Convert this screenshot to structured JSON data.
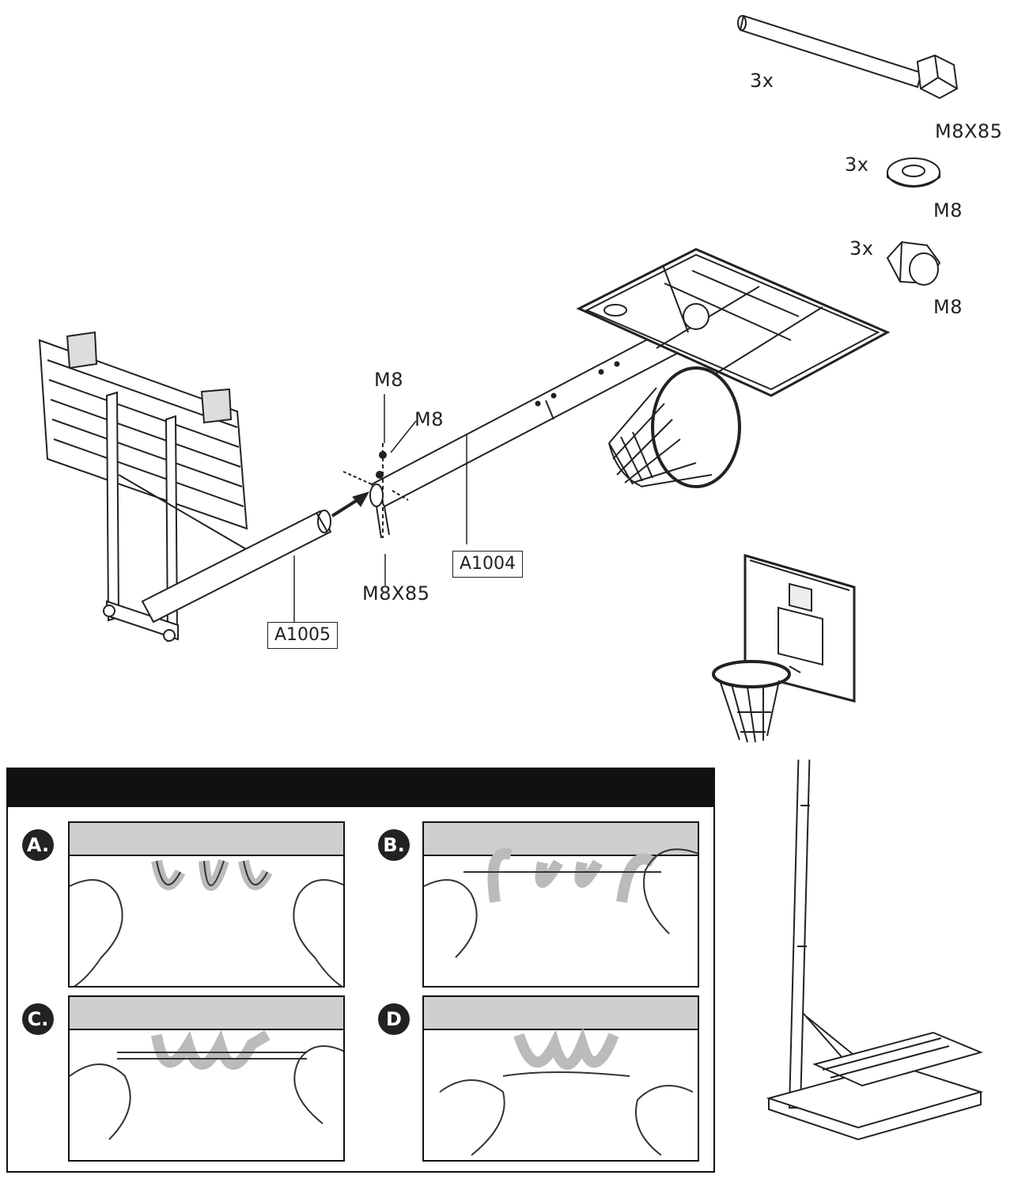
{
  "hardware": {
    "bolt": {
      "qty": "3x",
      "spec": "M8X85"
    },
    "washer": {
      "qty": "3x",
      "spec": "M8"
    },
    "nut": {
      "qty": "3x",
      "spec": "M8"
    }
  },
  "assembly": {
    "callout_top_1": "M8",
    "callout_top_2": "M8",
    "callout_bolt": "M8X85",
    "part_lower_pole": "A1005",
    "part_upper_pole": "A1004"
  },
  "net_steps": [
    {
      "id": "A",
      "badge": "A."
    },
    {
      "id": "B",
      "badge": "B."
    },
    {
      "id": "C",
      "badge": "C."
    },
    {
      "id": "D",
      "badge": "D"
    }
  ]
}
